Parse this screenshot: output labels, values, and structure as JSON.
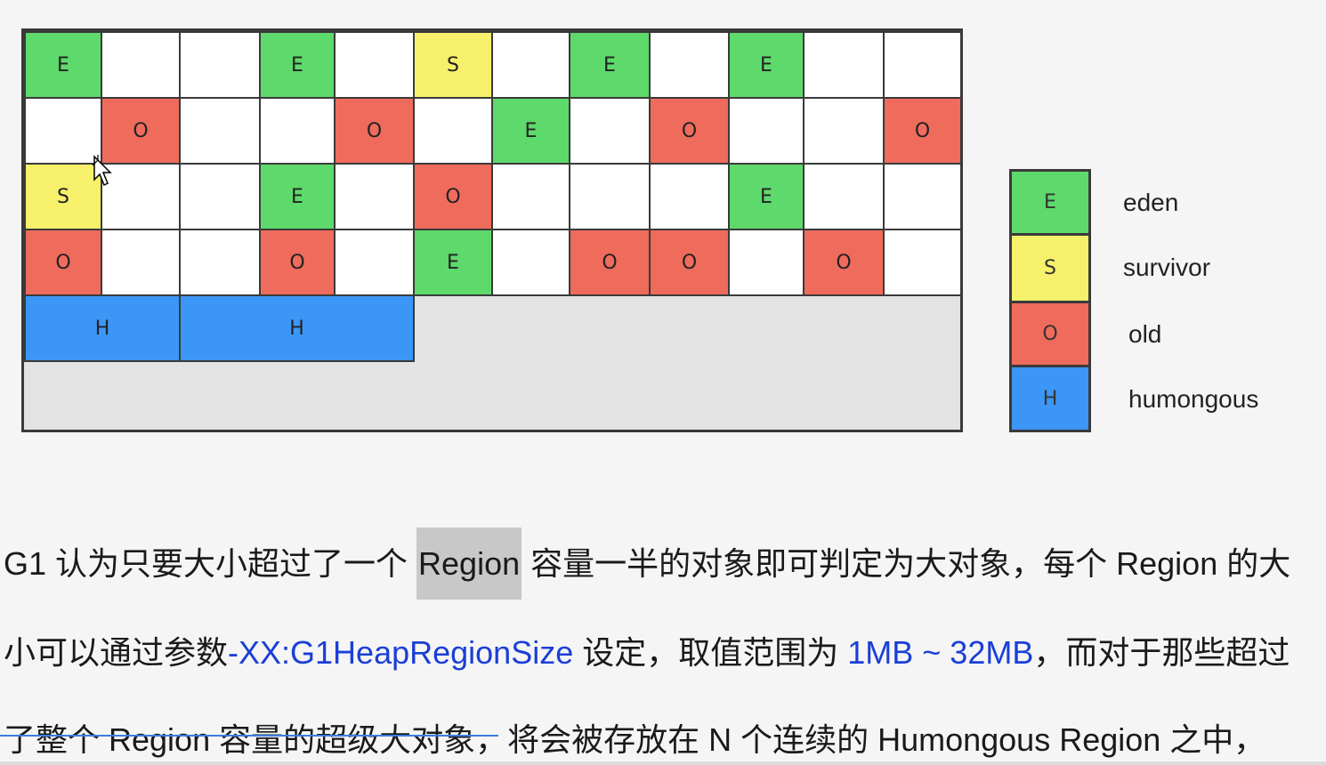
{
  "heap": {
    "rows": [
      [
        "E",
        "",
        "",
        "E",
        "",
        "S",
        "",
        "E",
        "",
        "E",
        "",
        ""
      ],
      [
        "",
        "O",
        "",
        "",
        "O",
        "",
        "E",
        "",
        "O",
        "",
        "",
        "O"
      ],
      [
        "S",
        "",
        "",
        "E",
        "",
        "O",
        "",
        "",
        "",
        "E",
        "",
        ""
      ],
      [
        "O",
        "",
        "",
        "O",
        "",
        "E",
        "",
        "O",
        "O",
        "",
        "O",
        ""
      ]
    ],
    "humongous": [
      "H",
      "H"
    ]
  },
  "legend": [
    {
      "letter": "E",
      "label": "eden",
      "color": "#5ed96b"
    },
    {
      "letter": "S",
      "label": "survivor",
      "color": "#f6f06a"
    },
    {
      "letter": "O",
      "label": "old",
      "color": "#ef6b5c"
    },
    {
      "letter": "H",
      "label": "humongous",
      "color": "#3b96f5"
    }
  ],
  "paragraph": {
    "line1_a": "G1 认为只要大小超过了一个 ",
    "line1_hl": "Region",
    "line1_b": " 容量一半的对象即可判定为大对象，每个 Region 的大",
    "line2_a": "小可以通过参数",
    "line2_code": "-XX:G1HeapRegionSize",
    "line2_b": " 设定，取值范围为 ",
    "line2_range": "1MB ~ 32MB",
    "line2_c": "，而对于那些超过",
    "line3": "了整个 Region 容量的超级大对象，将会被存放在 N 个连续的 Humongous Region 之中，"
  }
}
